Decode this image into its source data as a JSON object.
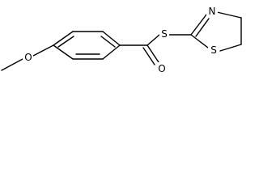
{
  "molecule": {
    "atoms": {
      "methoxy_oxygen": "O",
      "carbonyl_oxygen": "O",
      "thioester_sulfur": "S",
      "ring_sulfur": "S",
      "ring_nitrogen": "N"
    }
  },
  "colors": {
    "bond": "#000000",
    "label": "#000000",
    "background": "#ffffff"
  }
}
